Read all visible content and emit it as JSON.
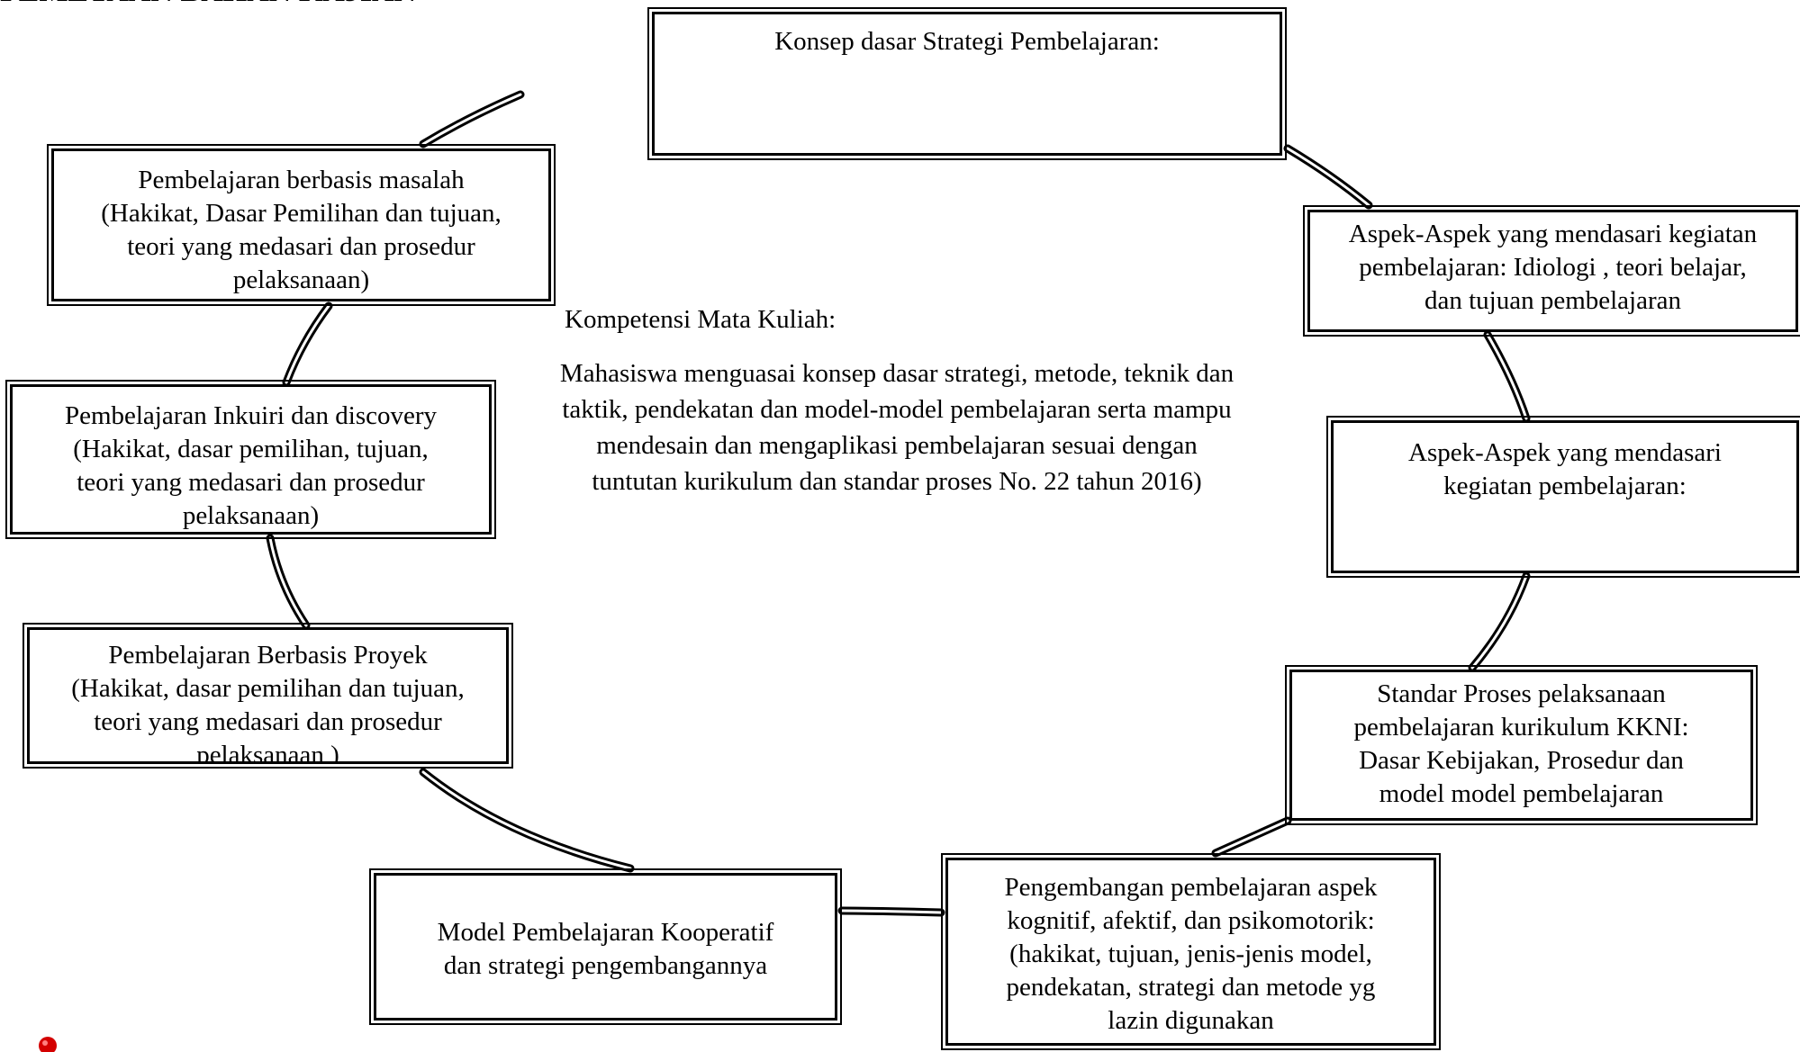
{
  "page": {
    "heading": "PEMETAAN BAHAN KAJIAN"
  },
  "competency": {
    "label": "Kompetensi Mata Kuliah:",
    "body": "Mahasiswa menguasai konsep dasar strategi, metode, teknik dan\ntaktik, pendekatan dan model-model pembelajaran serta mampu\nmendesain dan mengaplikasi pembelajaran sesuai dengan\ntuntutan kurikulum dan standar proses  No. 22 tahun 2016)"
  },
  "nodes": [
    {
      "id": "konsep",
      "text": "Konsep dasar Strategi Pembelajaran:"
    },
    {
      "id": "aspek1",
      "text": "Aspek-Aspek yang mendasari kegiatan\npembelajaran: Idiologi ,  teori belajar,\ndan tujuan pembelajaran"
    },
    {
      "id": "aspek2",
      "text": "Aspek-Aspek yang mendasari\nkegiatan pembelajaran:"
    },
    {
      "id": "standar",
      "text": "Standar Proses pelaksanaan\npembelajaran kurikulum KKNI:\nDasar Kebijakan,  Prosedur dan\nmodel model pembelajaran"
    },
    {
      "id": "pengembangan",
      "text": "Pengembangan pembelajaran aspek\nkognitif, afektif, dan psikomotorik:\n(hakikat, tujuan, jenis-jenis model,\npendekatan, strategi dan metode yg\nlazin digunakan"
    },
    {
      "id": "kooperatif",
      "text": "Model Pembelajaran Kooperatif\ndan strategi pengembangannya"
    },
    {
      "id": "proyek",
      "text": "Pembelajaran Berbasis Proyek\n(Hakikat, dasar pemilihan dan tujuan,\nteori yang medasari dan prosedur\npelaksanaan )"
    },
    {
      "id": "inkuiri",
      "text": "Pembelajaran Inkuiri dan discovery\n(Hakikat, dasar pemilihan, tujuan,\nteori yang medasari dan prosedur\npelaksanaan)"
    },
    {
      "id": "masalah",
      "text": "Pembelajaran berbasis masalah\n(Hakikat, Dasar Pemilihan dan tujuan,\nteori yang medasari dan prosedur\npelaksanaan)"
    }
  ],
  "colors": {
    "line": "#000000",
    "background": "#ffffff",
    "pin": "#d40000"
  },
  "icons": {
    "corner": "pushpin-icon"
  }
}
